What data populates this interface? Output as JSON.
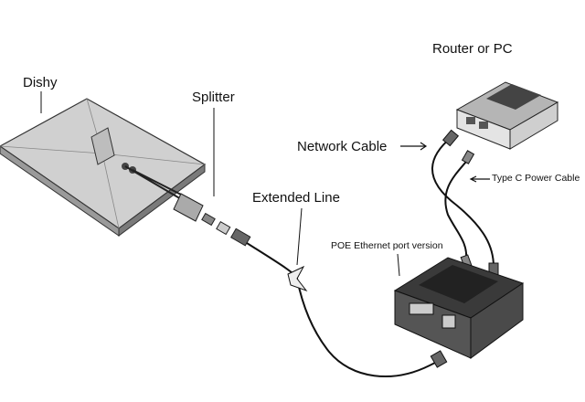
{
  "labels": {
    "router": "Router or PC",
    "dishy": "Dishy",
    "splitter": "Splitter",
    "network_cable": "Network Cable",
    "type_c": "Type C Power Cable",
    "extended_line": "Extended Line",
    "poe": "POE Ethernet port version"
  }
}
